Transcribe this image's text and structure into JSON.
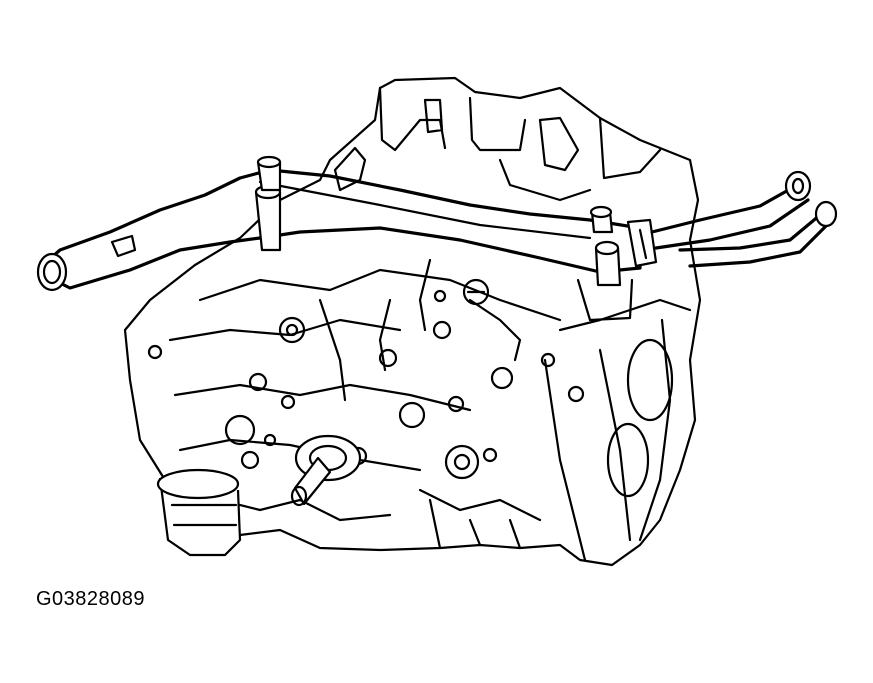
{
  "figure": {
    "code": "G03828089"
  },
  "colors": {
    "line": "#000000",
    "background": "#ffffff"
  },
  "icons": [
    "engine-block-drawing",
    "coolant-pipe-drawing",
    "hose-drawing",
    "oil-filter-drawing"
  ]
}
